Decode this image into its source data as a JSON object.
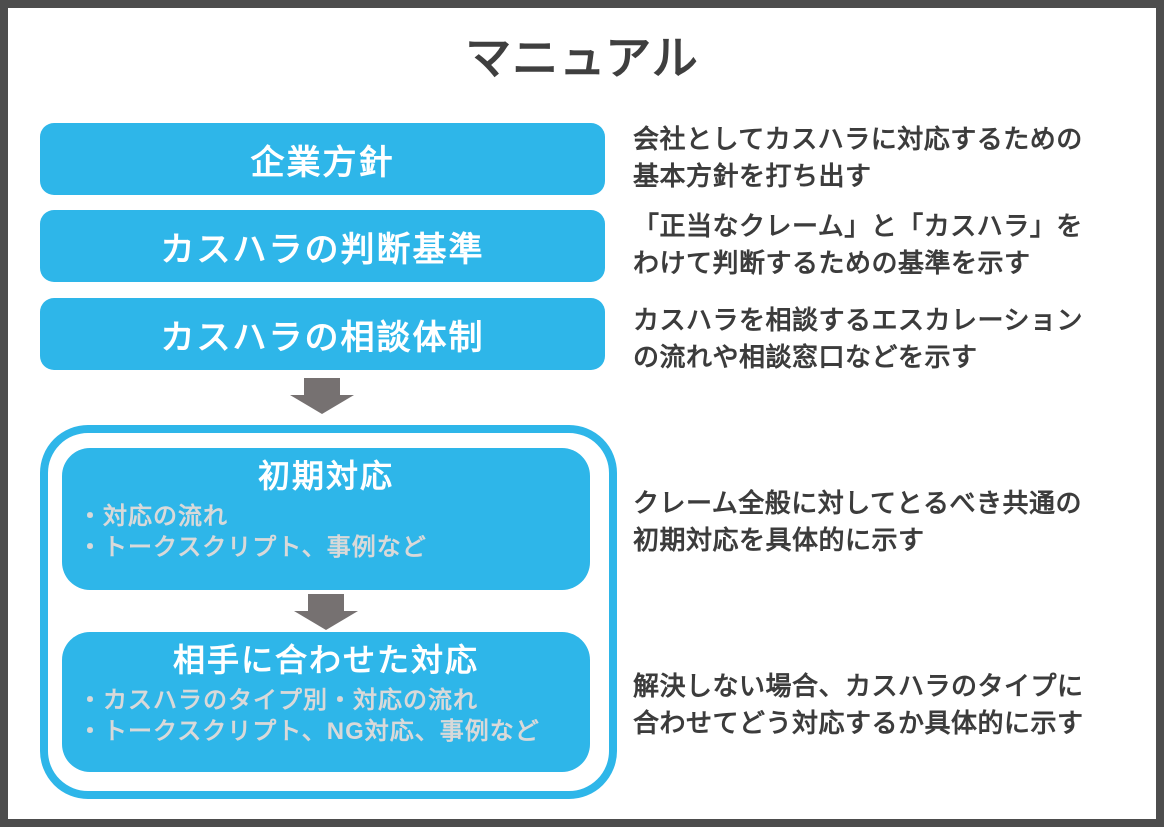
{
  "title": "マニュアル",
  "colors": {
    "accent_blue": "#2eb6e9",
    "frame_dark": "#4d4d4d",
    "text_dark": "#3c3c3c",
    "arrow_gray": "#767171",
    "bullet_gray": "#d9d9d9"
  },
  "flow": {
    "steps": [
      {
        "label": "企業方針",
        "desc_line1": "会社としてカスハラに対応するための",
        "desc_line2": "基本方針を打ち出す"
      },
      {
        "label": "カスハラの判断基準",
        "desc_line1": "「正当なクレーム」と「カスハラ」を",
        "desc_line2": "わけて判断するための基準を示す"
      },
      {
        "label": "カスハラの相談体制",
        "desc_line1": "カスハラを相談するエスカレーション",
        "desc_line2": "の流れや相談窓口などを示す"
      }
    ]
  },
  "group": {
    "steps": [
      {
        "label": "初期対応",
        "bullets": [
          "・対応の流れ",
          "・トークスクリプト、事例など"
        ],
        "desc_line1": "クレーム全般に対してとるべき共通の",
        "desc_line2": "初期対応を具体的に示す"
      },
      {
        "label": "相手に合わせた対応",
        "bullets": [
          "・カスハラのタイプ別・対応の流れ",
          "・トークスクリプト、NG対応、事例など"
        ],
        "desc_line1": "解決しない場合、カスハラのタイプに",
        "desc_line2": "合わせてどう対応するか具体的に示す"
      }
    ]
  }
}
